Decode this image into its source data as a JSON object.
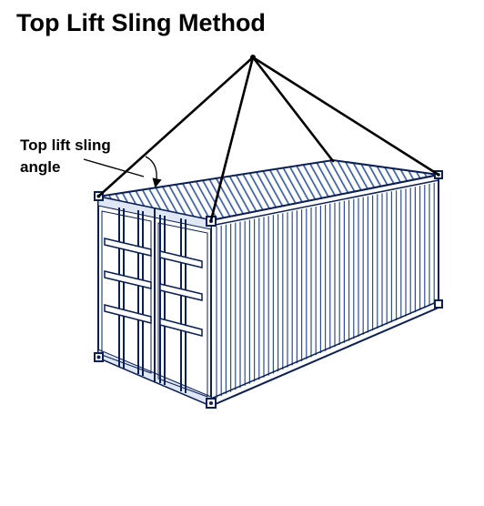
{
  "title": "Top Lift Sling Method",
  "callout": {
    "line1": "Top lift sling",
    "line2": "angle"
  },
  "colors": {
    "outline": "#0b1f57",
    "side_fill": "#ffffff",
    "roof_fill": "#3f64b4",
    "rib_stroke": "#2d4e96",
    "sling": "#000000",
    "text": "#000000"
  },
  "icons": {
    "hook_point": "lifting-hook-point-icon",
    "angle_arc": "angle-arrow-icon"
  }
}
